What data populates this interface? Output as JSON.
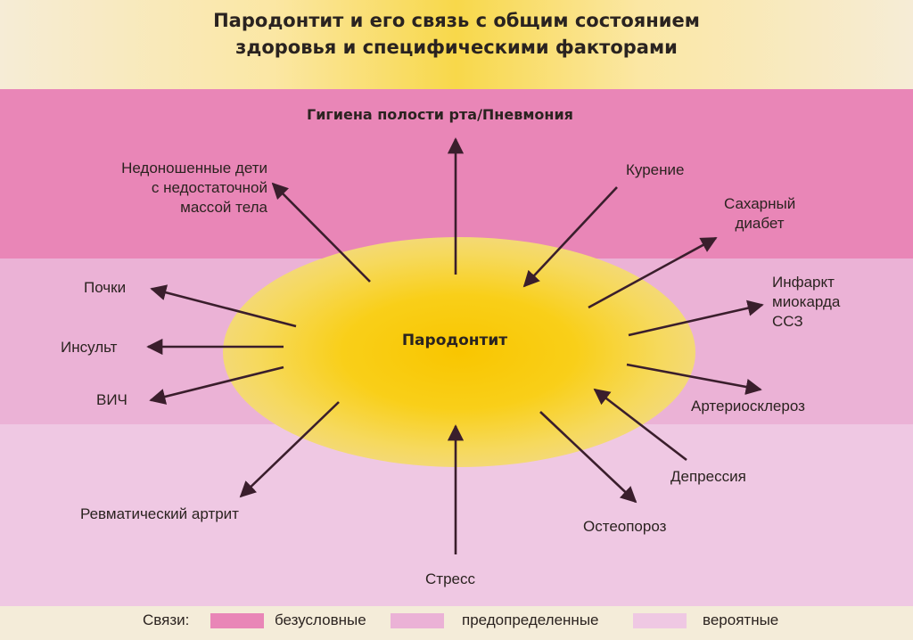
{
  "title": {
    "line1": "Пародонтит  и его связь с общим состоянием",
    "line2": "здоровья и специфическими факторами"
  },
  "center": "Пародонтит",
  "labels": {
    "top": "Гигиена полости рта/Пневмония",
    "premature_1": "Недоношенные дети",
    "premature_2": "с недостаточной",
    "premature_3": "массой тела",
    "smoking": "Курение",
    "diabetes_1": "Сахарный",
    "diabetes_2": "диабет",
    "infarct_1": "Инфаркт",
    "infarct_2": "миокарда",
    "infarct_3": "ССЗ",
    "kidneys": "Почки",
    "stroke": "Инсульт",
    "hiv": "ВИЧ",
    "atherosclerosis": "Артериосклероз",
    "depression": "Депрессия",
    "rheumatoid": "Ревматический артрит",
    "osteoporosis": "Остеопороз",
    "stress": "Стресс"
  },
  "legend": {
    "title": "Связи:",
    "items": [
      {
        "label": "безусловные",
        "color": "#e986b7"
      },
      {
        "label": "предопределенные",
        "color": "#ebb2d6"
      },
      {
        "label": "вероятные",
        "color": "#efc8e3"
      }
    ]
  },
  "colors": {
    "arrow": "#3a1e2c",
    "center": "#f9c600"
  }
}
